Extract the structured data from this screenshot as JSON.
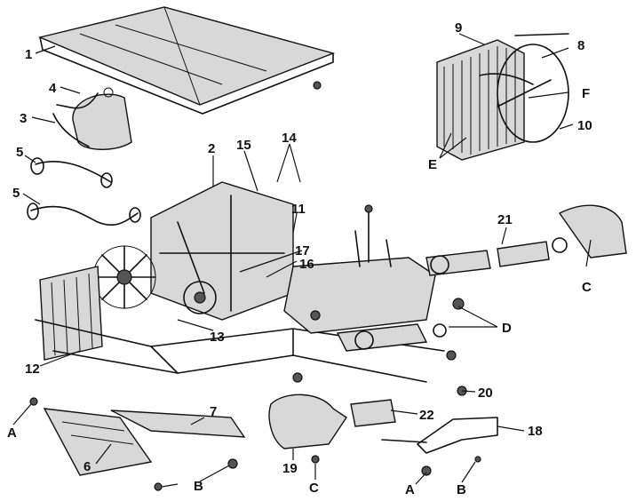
{
  "labels": {
    "n1": "1",
    "n2": "2",
    "n3": "3",
    "n4": "4",
    "n5a": "5",
    "n5b": "5",
    "n6": "6",
    "n7": "7",
    "n8": "8",
    "n9": "9",
    "n10": "10",
    "n11": "11",
    "n12": "12",
    "n13": "13",
    "n14": "14",
    "n15": "15",
    "n16": "16",
    "n17": "17",
    "n18": "18",
    "n19": "19",
    "n20": "20",
    "n21": "21",
    "n22": "22",
    "A1": "A",
    "A2": "A",
    "B1": "B",
    "B2": "B",
    "C1": "C",
    "C2": "C",
    "D": "D",
    "E": "E",
    "F": "F"
  }
}
